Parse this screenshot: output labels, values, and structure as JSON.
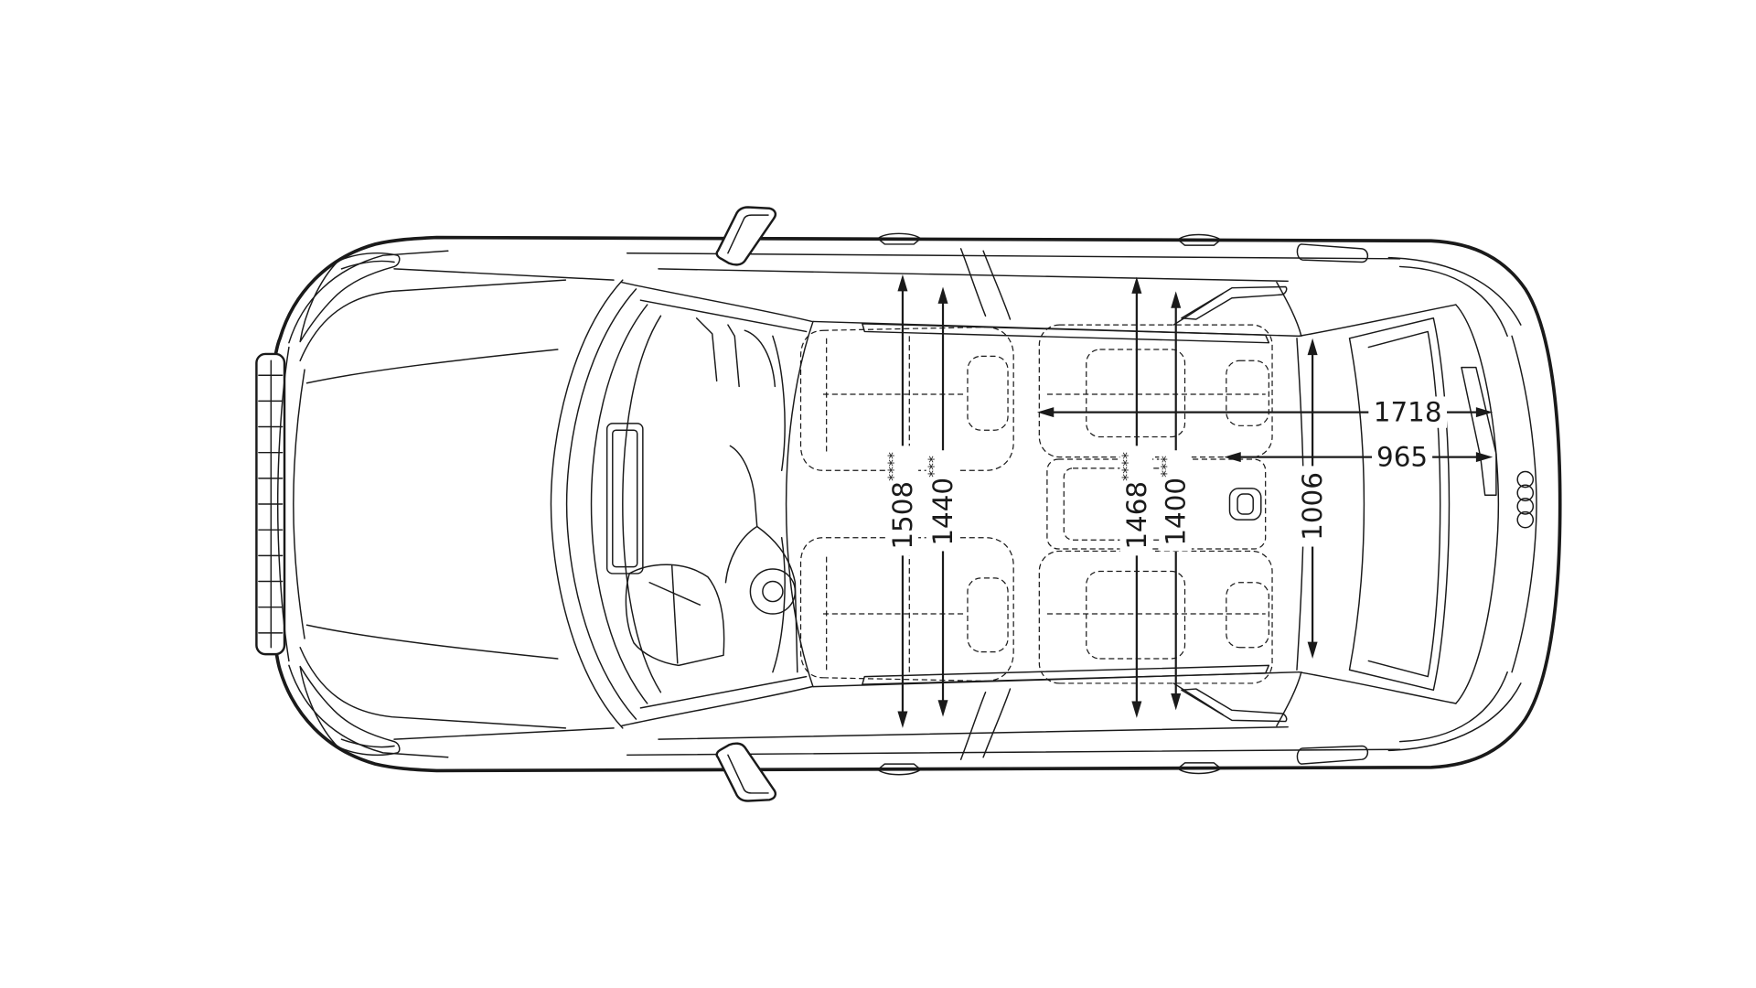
{
  "diagram": {
    "colors": {
      "line": "#1a1a1a",
      "background": "#ffffff"
    },
    "logo": "four-rings-logo",
    "horizontal_dimensions": [
      {
        "value": "1718"
      },
      {
        "value": "965"
      }
    ],
    "vertical_dimensions": [
      {
        "value": "1508",
        "marks": "****"
      },
      {
        "value": "1440",
        "marks": "***"
      },
      {
        "value": "1468",
        "marks": "****"
      },
      {
        "value": "1400",
        "marks": "***"
      },
      {
        "value": "1006"
      }
    ]
  }
}
